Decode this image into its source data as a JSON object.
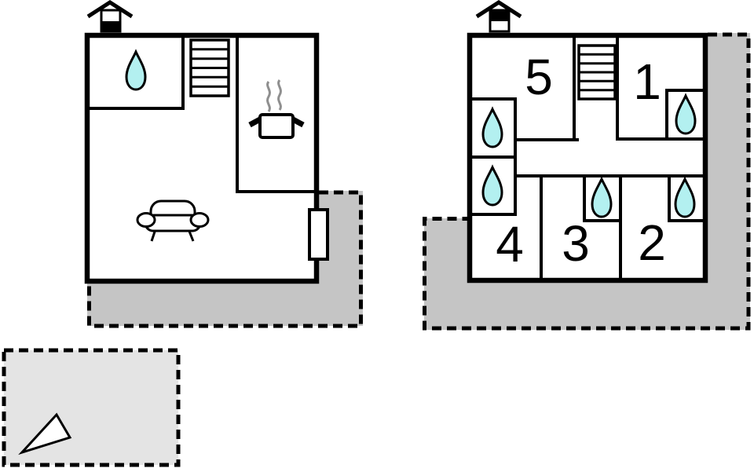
{
  "colors": {
    "wall": "#000000",
    "water_drop_fill": "#b3f0f0",
    "terrace_fill": "#c5c5c5",
    "legend_fill": "#e4e4e4",
    "steam": "#8f8f8f",
    "background": "#ffffff"
  },
  "ground_floor": {
    "icons": [
      "chimney-icon",
      "water-drop-icon",
      "stairs-icon",
      "cooking-pot-icon",
      "sofa-icon",
      "door-icon"
    ]
  },
  "upper_floor": {
    "rooms": [
      "5",
      "1",
      "4",
      "3",
      "2"
    ],
    "icons": [
      "chimney-icon",
      "stairs-icon",
      "water-drop-icon"
    ]
  },
  "legend": {
    "icon": "north-arrow-icon"
  }
}
